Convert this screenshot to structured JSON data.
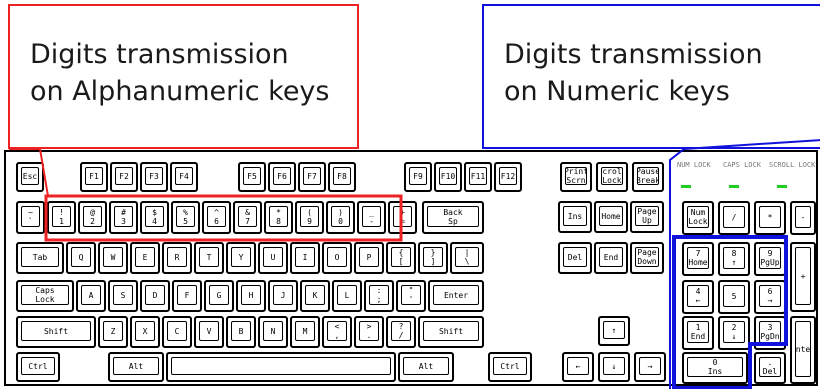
{
  "callouts": {
    "alphanumeric": {
      "line1": "Digits transmission",
      "line2": "on Alphanumeric keys",
      "border_color": "#ee2222"
    },
    "numeric": {
      "line1": "Digits transmission",
      "line2": "on Numeric keys",
      "border_color": "#1111dd"
    }
  },
  "keyboard": {
    "function_row": [
      "Esc",
      "F1",
      "F2",
      "F3",
      "F4",
      "F5",
      "F6",
      "F7",
      "F8",
      "F9",
      "F10",
      "F11",
      "F12",
      "Print Scrn",
      "Scroll Lock",
      "Pause Break"
    ],
    "number_row": [
      "~ `",
      "! 1",
      "@ 2",
      "# 3",
      "$ 4",
      "% 5",
      "^ 6",
      "& 7",
      "* 8",
      "( 9",
      ") 0",
      "_ -",
      "+ =",
      "Back Sp"
    ],
    "qwerty_row": [
      "Tab",
      "Q",
      "W",
      "E",
      "R",
      "T",
      "Y",
      "U",
      "I",
      "O",
      "P",
      "{ [",
      "} ]",
      "| \\"
    ],
    "home_row": [
      "Caps Lock",
      "A",
      "S",
      "D",
      "F",
      "G",
      "H",
      "J",
      "K",
      "L",
      ": ;",
      "\" '",
      "Enter"
    ],
    "shift_row": [
      "Shift",
      "Z",
      "X",
      "C",
      "V",
      "B",
      "N",
      "M",
      "< ,",
      "> .",
      "? /",
      "Shift"
    ],
    "bottom_row": [
      "Ctrl",
      "Alt",
      "",
      "Alt",
      "Ctrl"
    ],
    "nav_block": [
      "Ins",
      "Home",
      "Page Up",
      "Del",
      "End",
      "Page Down"
    ],
    "arrows": [
      "↑",
      "←",
      "↓",
      "→"
    ],
    "numpad": [
      "Num Lock",
      "/",
      "*",
      "-",
      "7 Home",
      "8 ↑",
      "9 PgUp",
      "+",
      "4 ←",
      "5",
      "6 →",
      "1 End",
      "2 ↓",
      "3 PgDn",
      "Enter",
      "0 Ins",
      ". Del"
    ],
    "indicators": [
      "NUM LOCK",
      "CAPS LOCK",
      "SCROLL LOCK"
    ],
    "indicator_color": "#22cc22"
  },
  "highlights": {
    "alphanumeric_color": "#ee2222",
    "numeric_color": "#1111dd"
  }
}
